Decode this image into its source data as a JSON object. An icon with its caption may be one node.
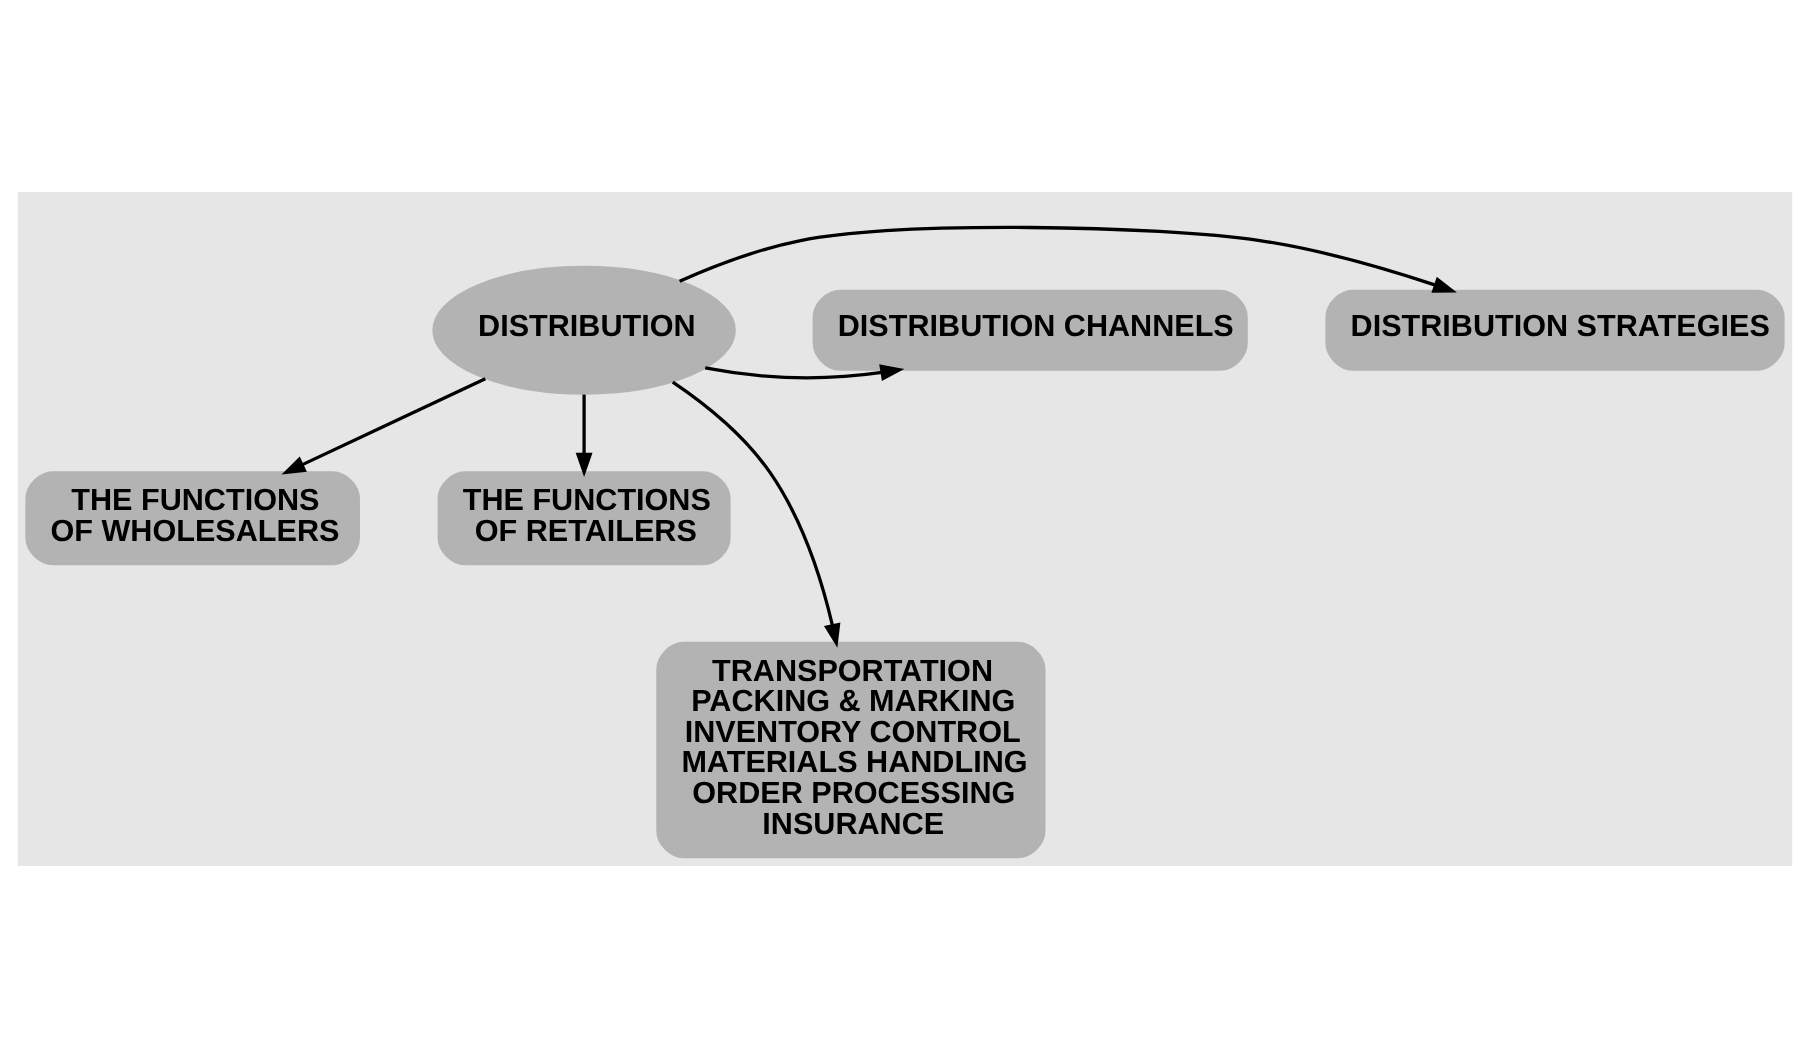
{
  "diagram": {
    "nodes": [
      {
        "text": [
          "DISTRIBUTION"
        ]
      },
      {
        "text": [
          "DISTRIBUTION STRATEGIES"
        ]
      },
      {
        "text": [
          "DISTRIBUTION CHANNELS"
        ]
      },
      {
        "text": [
          "THE FUNCTIONS OF WHOLESALERS"
        ]
      },
      {
        "text": [
          "THE FUNCTIONS OF RETAILERS"
        ]
      },
      {
        "text": [
          "TRANSPORTATION",
          "PACKING & MARKING",
          "INVENTORY CONTROL",
          "MATERIALS HANDLING",
          "ORDER PROCESSING",
          "INSURANCE"
        ]
      }
    ],
    "edges": [
      {
        "from": 0,
        "to": 1,
        "arrow": "to"
      },
      {
        "from": 0,
        "to": 2,
        "arrow": "to"
      },
      {
        "from": 0,
        "to": 3,
        "arrow": "to"
      },
      {
        "from": 0,
        "to": 4,
        "arrow": "to"
      },
      {
        "from": 0,
        "to": 5,
        "arrow": "to"
      }
    ]
  }
}
